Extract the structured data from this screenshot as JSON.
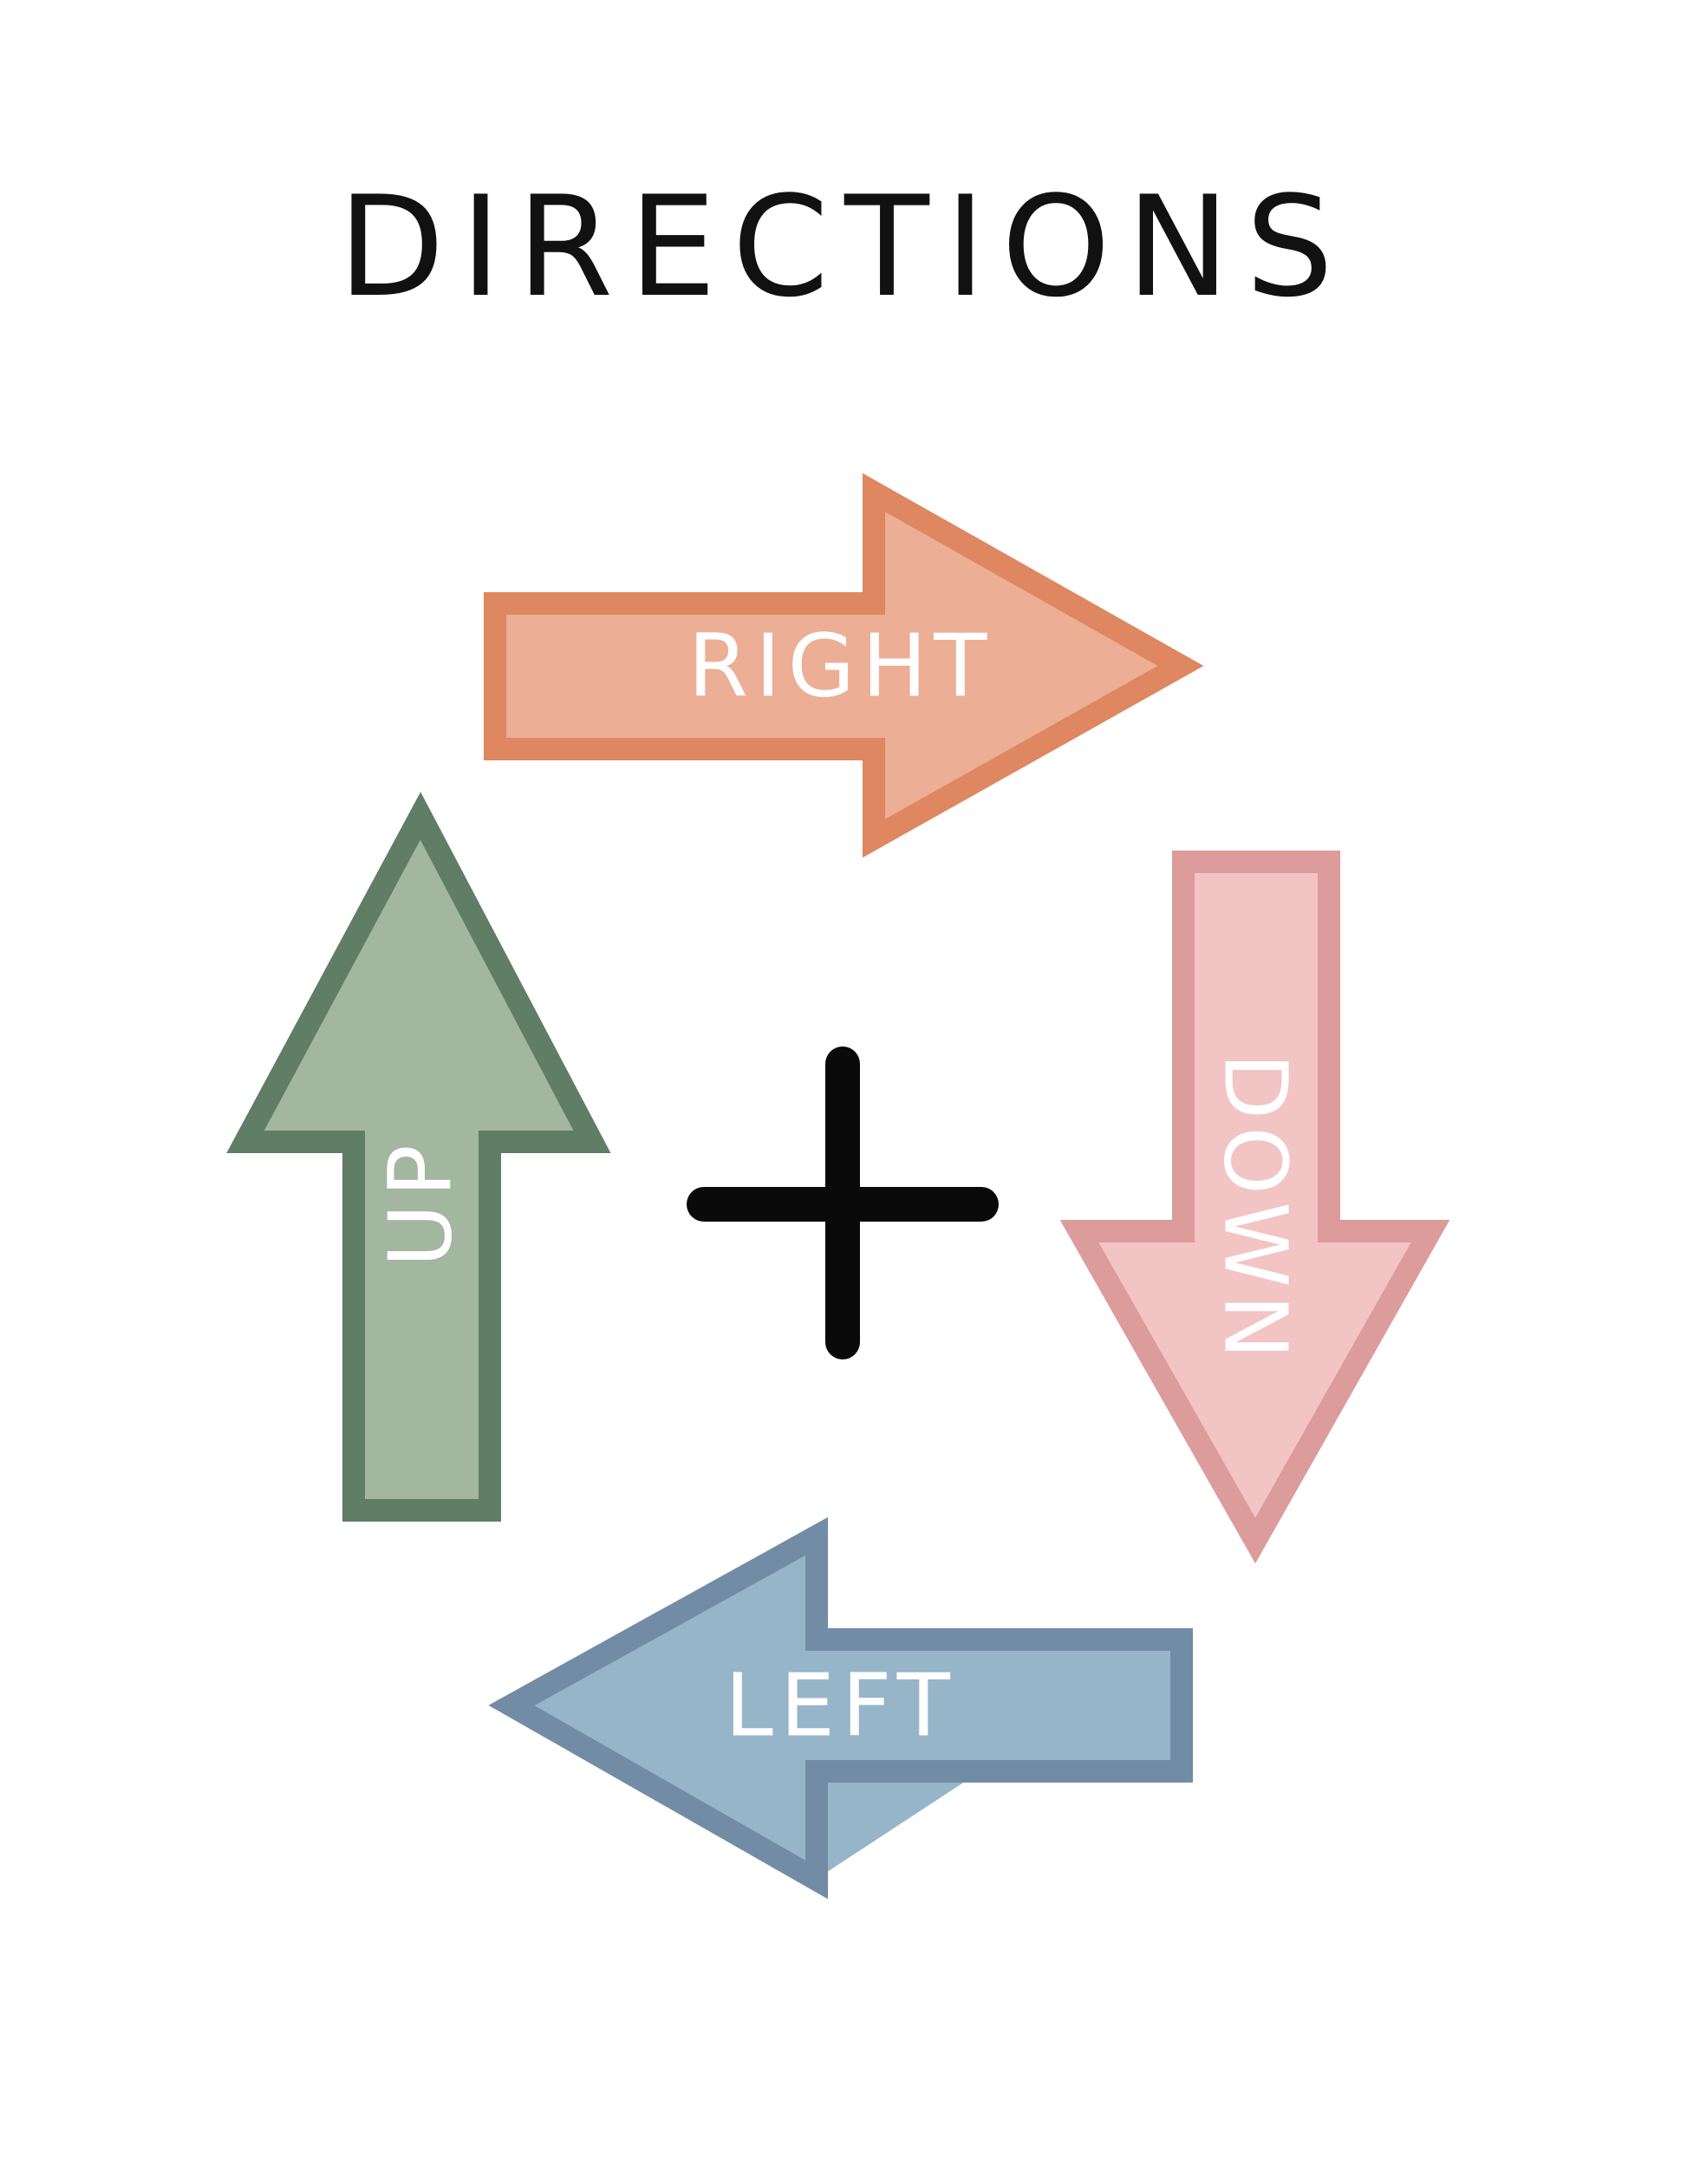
{
  "title": "DIRECTIONS",
  "arrows": {
    "right": {
      "label": "RIGHT",
      "fill": "#ecae94",
      "stroke": "#de8761"
    },
    "down": {
      "label": "DOWN",
      "fill": "#f2c4c4",
      "stroke": "#dc9c9b"
    },
    "left": {
      "label": "LEFT",
      "fill": "#97b5c9",
      "stroke": "#728ca6"
    },
    "up": {
      "label": "UP",
      "fill": "#a2b6a0",
      "stroke": "#607d66"
    }
  },
  "center_symbol": "plus"
}
